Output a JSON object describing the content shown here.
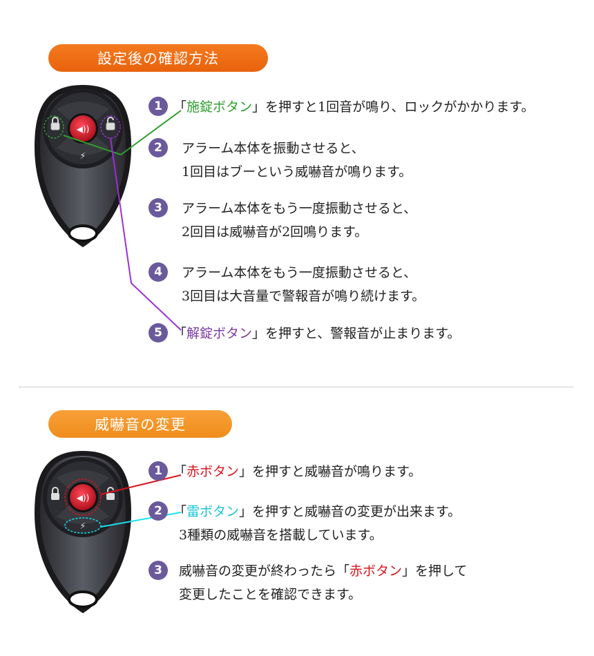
{
  "section1": {
    "title": "設定後の確認方法",
    "steps": [
      {
        "num": "1",
        "open": "「",
        "highlight": "施錠ボタン",
        "close": "」",
        "rest": "を押すと1回音が鳴り、ロックがかかります。",
        "highlight_color": "#2e9e2e"
      },
      {
        "num": "2",
        "line1": "アラーム本体を振動させると、",
        "line2": "1回目はブーという威嚇音が鳴ります。"
      },
      {
        "num": "3",
        "line1": "アラーム本体をもう一度振動させると、",
        "line2": "2回目は威嚇音が2回鳴ります。"
      },
      {
        "num": "4",
        "line1": "アラーム本体をもう一度振動させると、",
        "line2": "3回目は大音量で警報音が鳴り続けます。"
      },
      {
        "num": "5",
        "open": "「",
        "highlight": "解錠ボタン",
        "close": "」",
        "rest": "を押すと、警報音が止まります。",
        "highlight_color": "#7a3aa0"
      }
    ]
  },
  "section2": {
    "title": "威嚇音の変更",
    "steps": [
      {
        "num": "1",
        "open": "「",
        "highlight": "赤ボタン",
        "close": "」",
        "rest": "を押すと威嚇音が鳴ります。",
        "highlight_color": "#d8141c"
      },
      {
        "num": "2",
        "open": "「",
        "highlight": "雷ボタン",
        "close": "」",
        "rest": "を押すと威嚇音の変更が出来ます。",
        "line2": "3種類の威嚇音を搭載しています。",
        "highlight_color": "#17c4d8"
      },
      {
        "num": "3",
        "line1_a": "威嚇音の変更が終わったら「",
        "line1_hl": "赤ボタン",
        "line1_b": "」を押して",
        "line2": "変更したことを確認できます。",
        "highlight_color": "#d8141c"
      }
    ]
  },
  "colors": {
    "pill1": "#e8620c",
    "pill2": "#ef8d1c",
    "number_badge": "#6a5a9c",
    "lock_line": "#2e9e2e",
    "unlock_line": "#9b30d8",
    "red_line": "#d8141c",
    "thunder_line": "#17e0ee"
  },
  "icons": {
    "remote": "key-fob-remote",
    "lock": "lock-icon",
    "unlock": "unlock-icon",
    "speaker": "speaker-icon",
    "thunder": "lightning-icon"
  }
}
